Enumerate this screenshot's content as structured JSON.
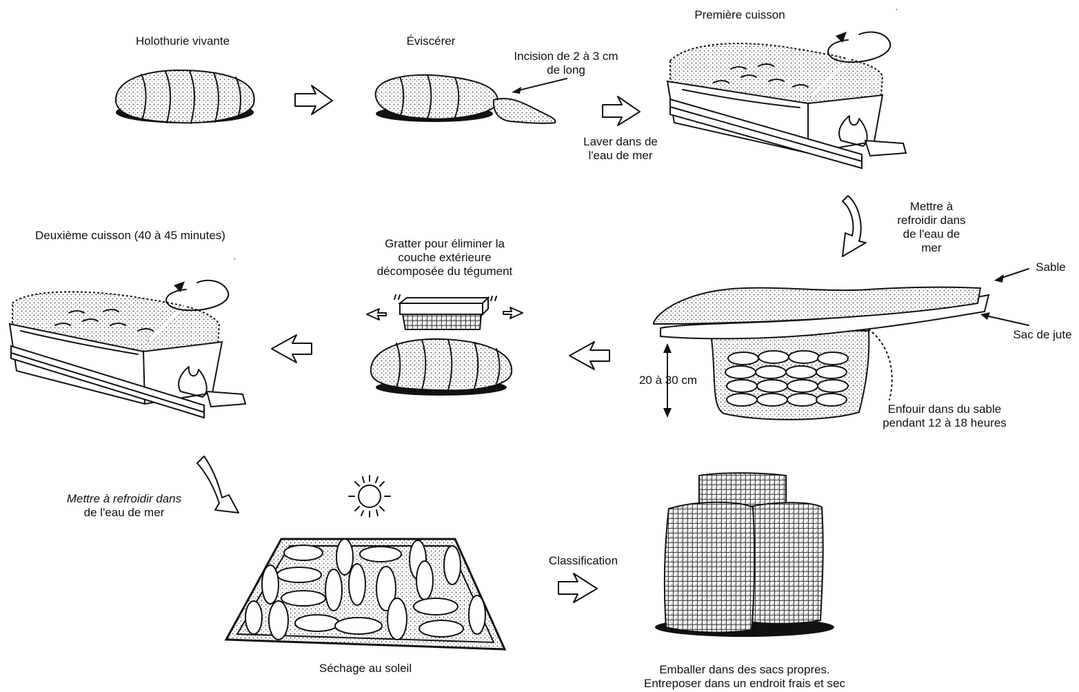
{
  "labels": {
    "live": "Holothurie vivante",
    "gut": "Éviscérer",
    "incision": [
      "Incision de 2 à 3 cm",
      "de long"
    ],
    "wash": [
      "Laver dans de",
      "l'eau de mer"
    ],
    "cook1": "Première cuisson",
    "cool1": [
      "Mettre à",
      "refroidir dans",
      "de l'eau de",
      "mer"
    ],
    "sand": "Sable",
    "jute": "Sac de jute",
    "depth": "20 à 30 cm",
    "bury": [
      "Enfouir dans du sable",
      "pendant 12 à 18 heures"
    ],
    "scrape": [
      "Gratter pour éliminer la",
      "couche extérieure",
      "décomposée du tégument"
    ],
    "cook2": "Deuxième cuisson (40 à 45 minutes)",
    "cool2": [
      "Mettre à refroidir dans",
      "de l'eau de mer"
    ],
    "dry": "Séchage au soleil",
    "grade": "Classification",
    "pack": [
      "Emballer dans des sacs propres.",
      "Entreposer dans un endroit  frais et sec"
    ]
  },
  "colors": {
    "ink": "#111111",
    "paper": "#ffffff"
  }
}
